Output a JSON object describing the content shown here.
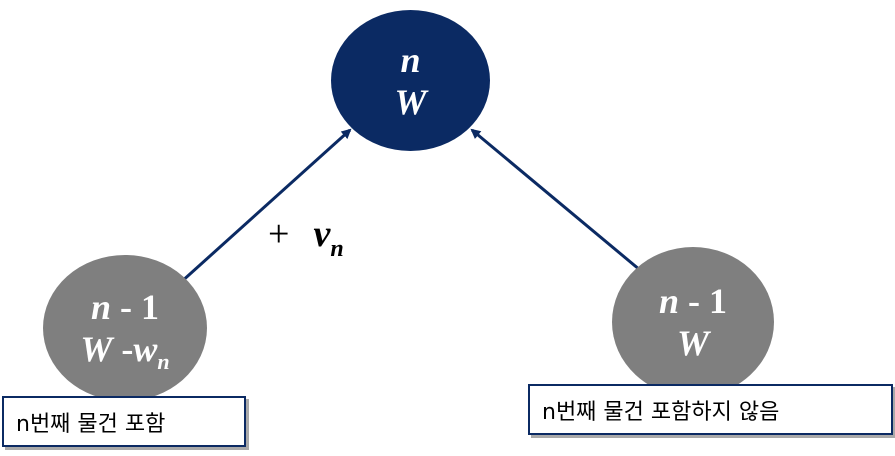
{
  "nodes": {
    "top": {
      "line1_var": "n",
      "line2_var": "W",
      "color": "#0b2a63"
    },
    "left": {
      "line1_var": "n",
      "line1_op": " - 1",
      "line2_var": "W",
      "line2_op": " -",
      "line2_sub_var": "w",
      "line2_sub": "n",
      "color": "#7f7f7f"
    },
    "right": {
      "line1_var": "n",
      "line1_op": " - 1",
      "line2_var": "W",
      "color": "#7f7f7f"
    }
  },
  "edge_label": {
    "plus": "+",
    "var": "v",
    "sub": "n"
  },
  "captions": {
    "left": "n번째 물건 포함",
    "right": "n번째 물건 포함하지 않음"
  },
  "colors": {
    "arrow": "#0b2a63",
    "box_border": "#0b2a63"
  }
}
